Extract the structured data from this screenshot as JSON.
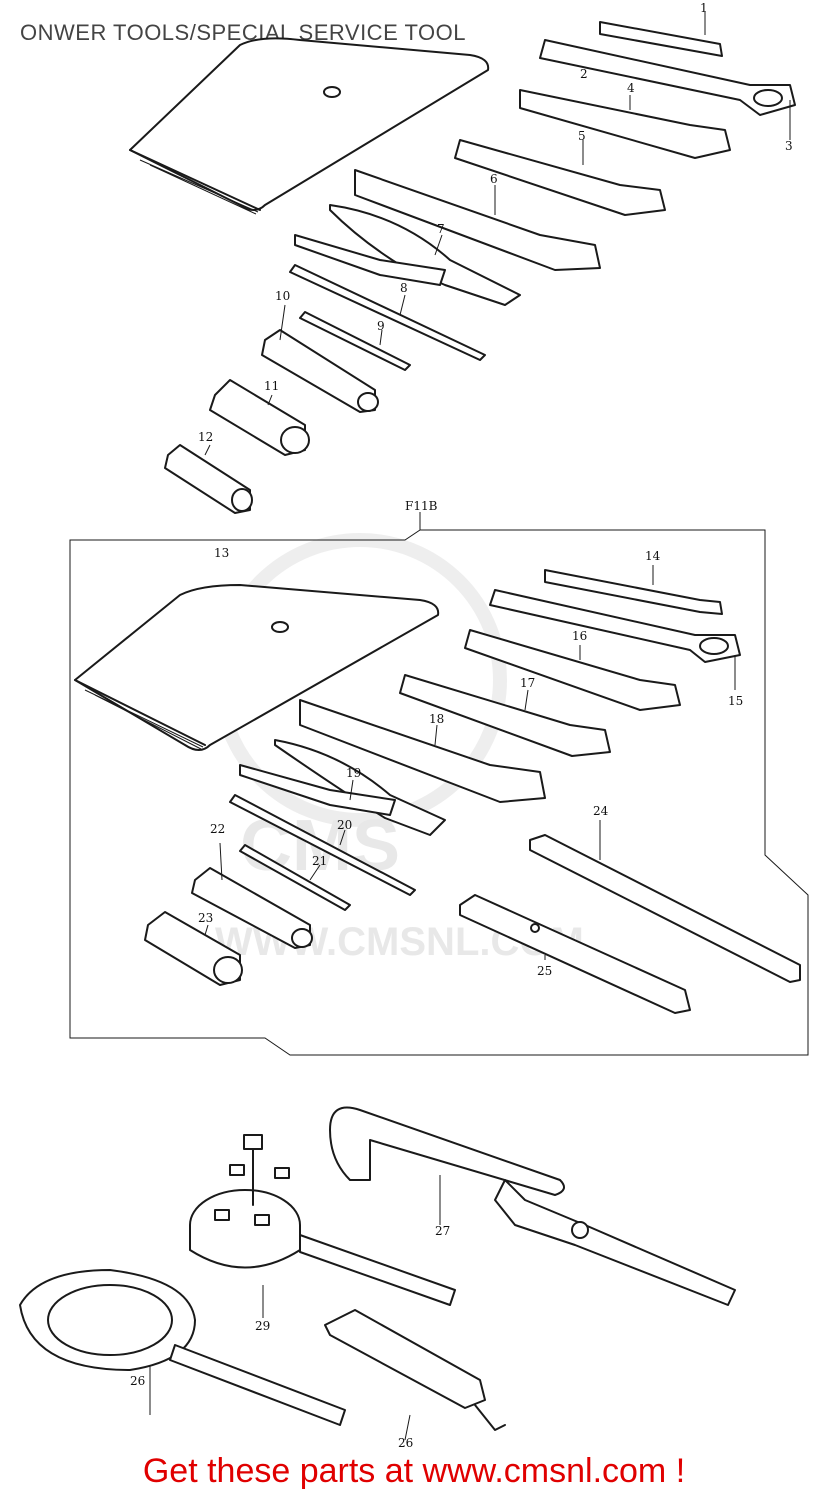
{
  "title": "ONWER TOOLS/SPECIAL SERVICE TOOL",
  "group_label": "F11B",
  "watermark": "WWW.CMSNL.COM",
  "footer": "Get these parts at www.cmsnl.com !",
  "footer_color": "#e00000",
  "callouts": [
    "1",
    "2",
    "3",
    "4",
    "5",
    "6",
    "7",
    "8",
    "9",
    "10",
    "11",
    "12",
    "13",
    "14",
    "15",
    "16",
    "17",
    "18",
    "19",
    "20",
    "21",
    "22",
    "23",
    "24",
    "25",
    "26",
    "27",
    "29",
    "26"
  ],
  "icons": {
    "tool_bag": "tool-bag-icon",
    "open_end_wrench": "open-end-wrench-icon",
    "ring_wrench": "ring-wrench-icon",
    "pliers": "pliers-icon",
    "screwdriver": "screwdriver-icon",
    "screwdriver_handle": "screwdriver-handle-icon",
    "plug_wrench": "spark-plug-wrench-icon",
    "box_wrench": "box-wrench-icon",
    "bar": "bar-icon",
    "flat_blade": "flat-blade-icon",
    "puller": "rotor-puller-icon",
    "valve_compressor": "valve-spring-compressor-icon",
    "holder": "clutch-holder-icon",
    "bond_tube": "bond-tube-icon"
  }
}
